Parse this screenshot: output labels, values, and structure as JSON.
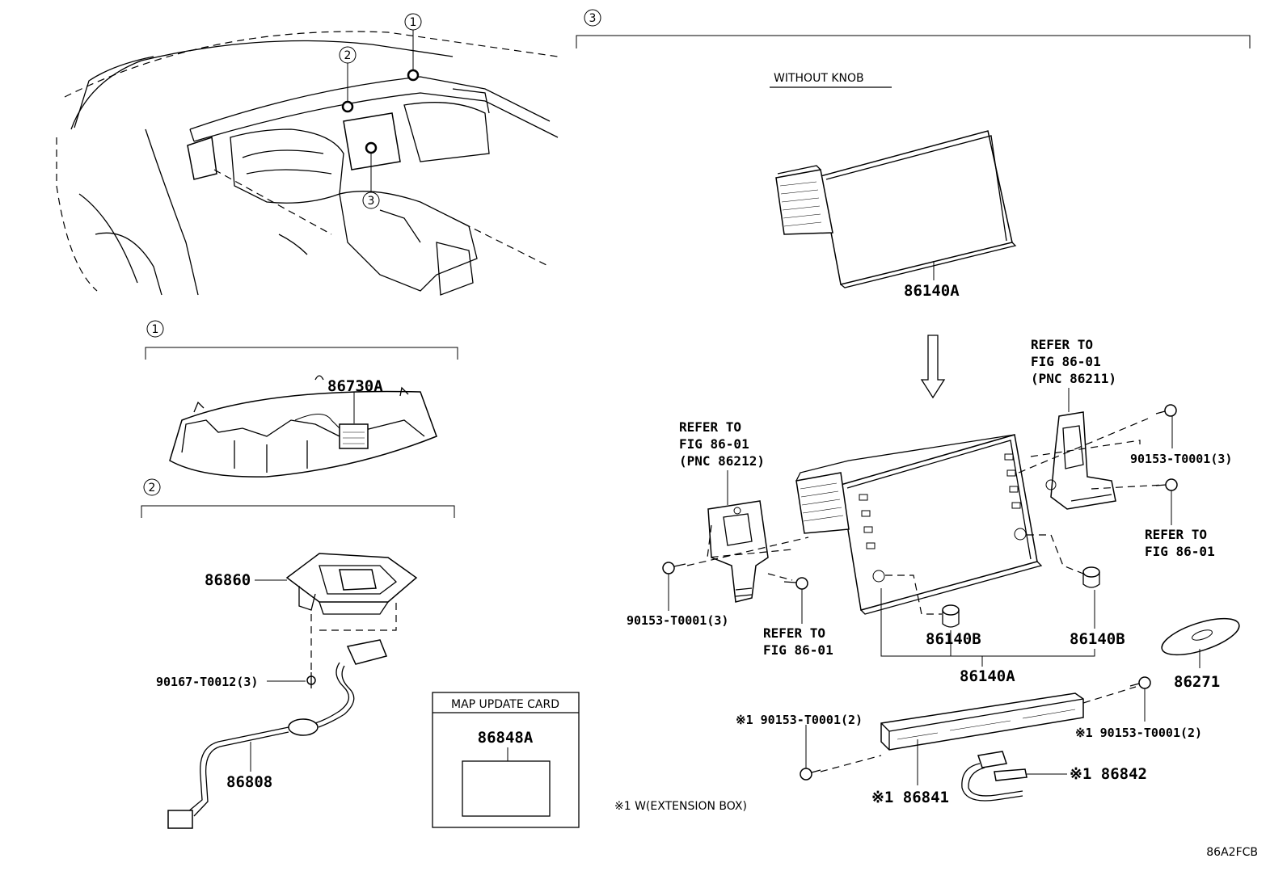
{
  "callouts": {
    "c1": "1",
    "c2": "2",
    "c3": "3"
  },
  "sections": {
    "s1": "1",
    "s2": "2",
    "s3": "3"
  },
  "labels": {
    "without_knob": "WITHOUT KNOB",
    "refer_right_1": "REFER TO",
    "refer_right_2": "FIG 86-01",
    "refer_right_3": "(PNC 86211)",
    "refer_left_1": "REFER TO",
    "refer_left_2": "FIG 86-01",
    "refer_left_3": "(PNC 86212)",
    "refer_fig_a_1": "REFER TO",
    "refer_fig_a_2": "FIG 86-01",
    "refer_fig_b_1": "REFER TO",
    "refer_fig_b_2": "FIG 86-01",
    "map_card_title": "MAP UPDATE CARD",
    "ext_box_note": "※1 W(EXTENSION BOX)",
    "figure_code": "86A2FCB"
  },
  "parts": {
    "p86730A": "86730A",
    "p86860": "86860",
    "p90167": "90167-T0012(3)",
    "p86808": "86808",
    "p86848A": "86848A",
    "p86140A_top": "86140A",
    "p90153_right": "90153-T0001(3)",
    "p90153_left": "90153-T0001(3)",
    "p86140B_a": "86140B",
    "p86140B_b": "86140B",
    "p86140A_bottom": "86140A",
    "p86271": "86271",
    "p90153_ext_left": "※1 90153-T0001(2)",
    "p90153_ext_right": "※1 90153-T0001(2)",
    "p86842": "※1 86842",
    "p86841": "※1 86841"
  }
}
